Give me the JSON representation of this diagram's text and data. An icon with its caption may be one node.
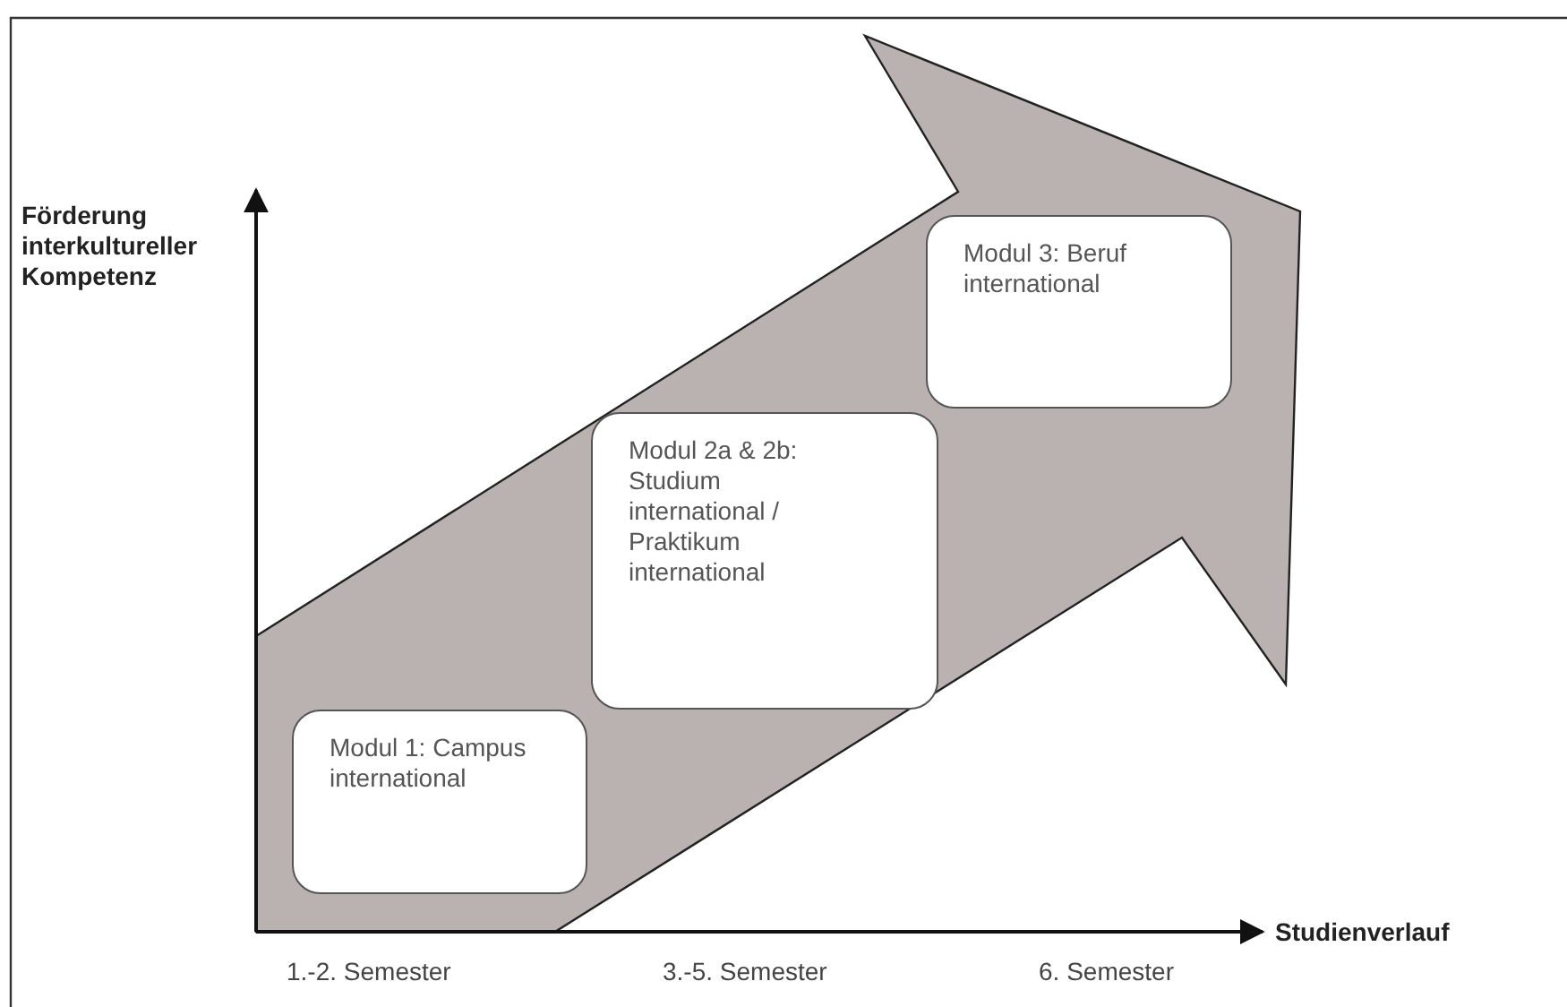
{
  "diagram": {
    "nodes": [
      {
        "text": [
          "Modul 1: Campus international"
        ]
      },
      {
        "text": [
          "Modul 2a & 2b: Studium international / Praktikum international"
        ]
      },
      {
        "text": [
          "Modul 3: Beruf international"
        ]
      }
    ],
    "labels": [
      "Förderung interkultureller Kompetenz",
      "Studienverlauf",
      "1.-2. Semester",
      "3.-5. Semester",
      "6. Semester"
    ]
  }
}
